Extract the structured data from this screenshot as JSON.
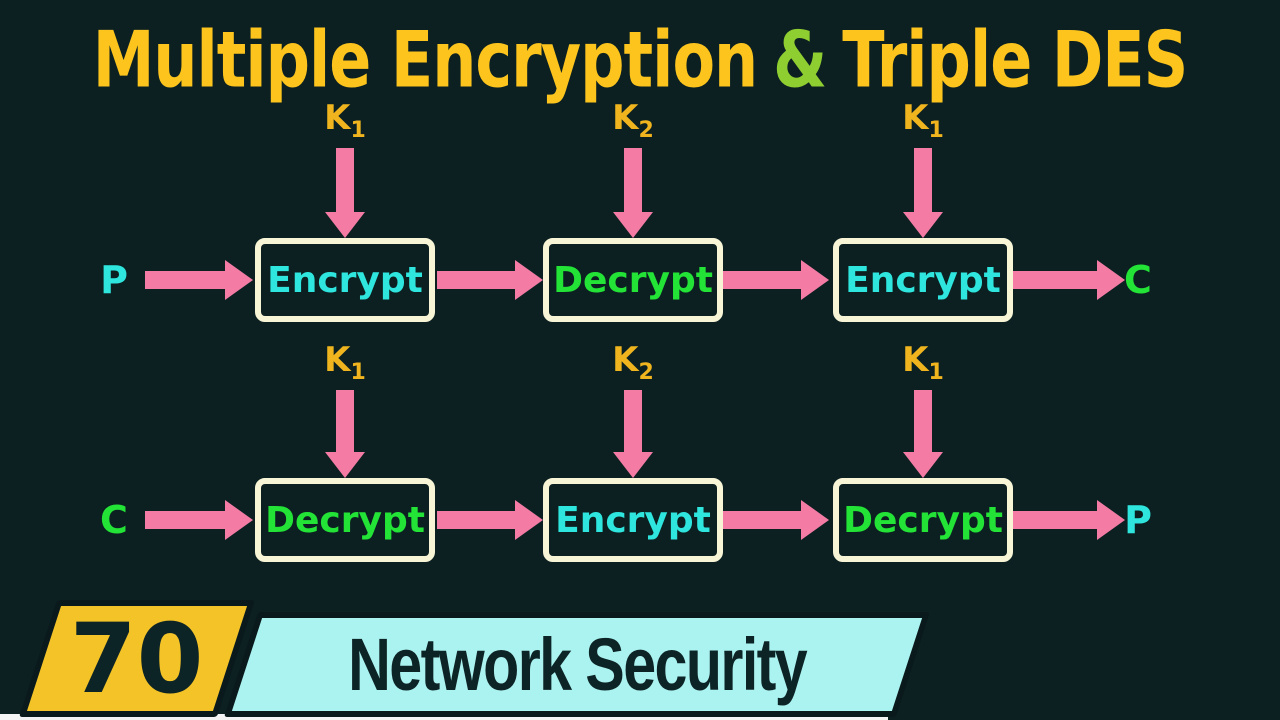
{
  "title": {
    "part1": "Multiple Encryption",
    "amp": "&",
    "part2": "Triple DES"
  },
  "diagram": {
    "top_row": {
      "input_label": "P",
      "output_label": "C",
      "stages": [
        {
          "key": "K",
          "key_sub": "1",
          "operation": "Encrypt"
        },
        {
          "key": "K",
          "key_sub": "2",
          "operation": "Decrypt"
        },
        {
          "key": "K",
          "key_sub": "1",
          "operation": "Encrypt"
        }
      ]
    },
    "bottom_row": {
      "input_label": "C",
      "output_label": "P",
      "stages": [
        {
          "key": "K",
          "key_sub": "1",
          "operation": "Decrypt"
        },
        {
          "key": "K",
          "key_sub": "2",
          "operation": "Encrypt"
        },
        {
          "key": "K",
          "key_sub": "1",
          "operation": "Decrypt"
        }
      ]
    }
  },
  "footer": {
    "lecture_number": "70",
    "series_title": "Network Security"
  },
  "colors": {
    "background": "#0c2022",
    "title_yellow": "#fcc41d",
    "ampersand_green": "#8fce30",
    "key_label_gold": "#efb41e",
    "arrow_pink": "#f37ba4",
    "box_border_cream": "#f8f5d7",
    "encrypt_text_cyan": "#2ee6dd",
    "decrypt_text_green": "#23e436",
    "plaintext_label_cyan": "#2ee6dd",
    "ciphertext_label_green": "#23e436",
    "badge_yellow": "#f4c328",
    "banner_cyan": "#abf3f1",
    "banner_text_dark": "#0d2426",
    "bottom_strip_white": "#f4f4f4"
  }
}
